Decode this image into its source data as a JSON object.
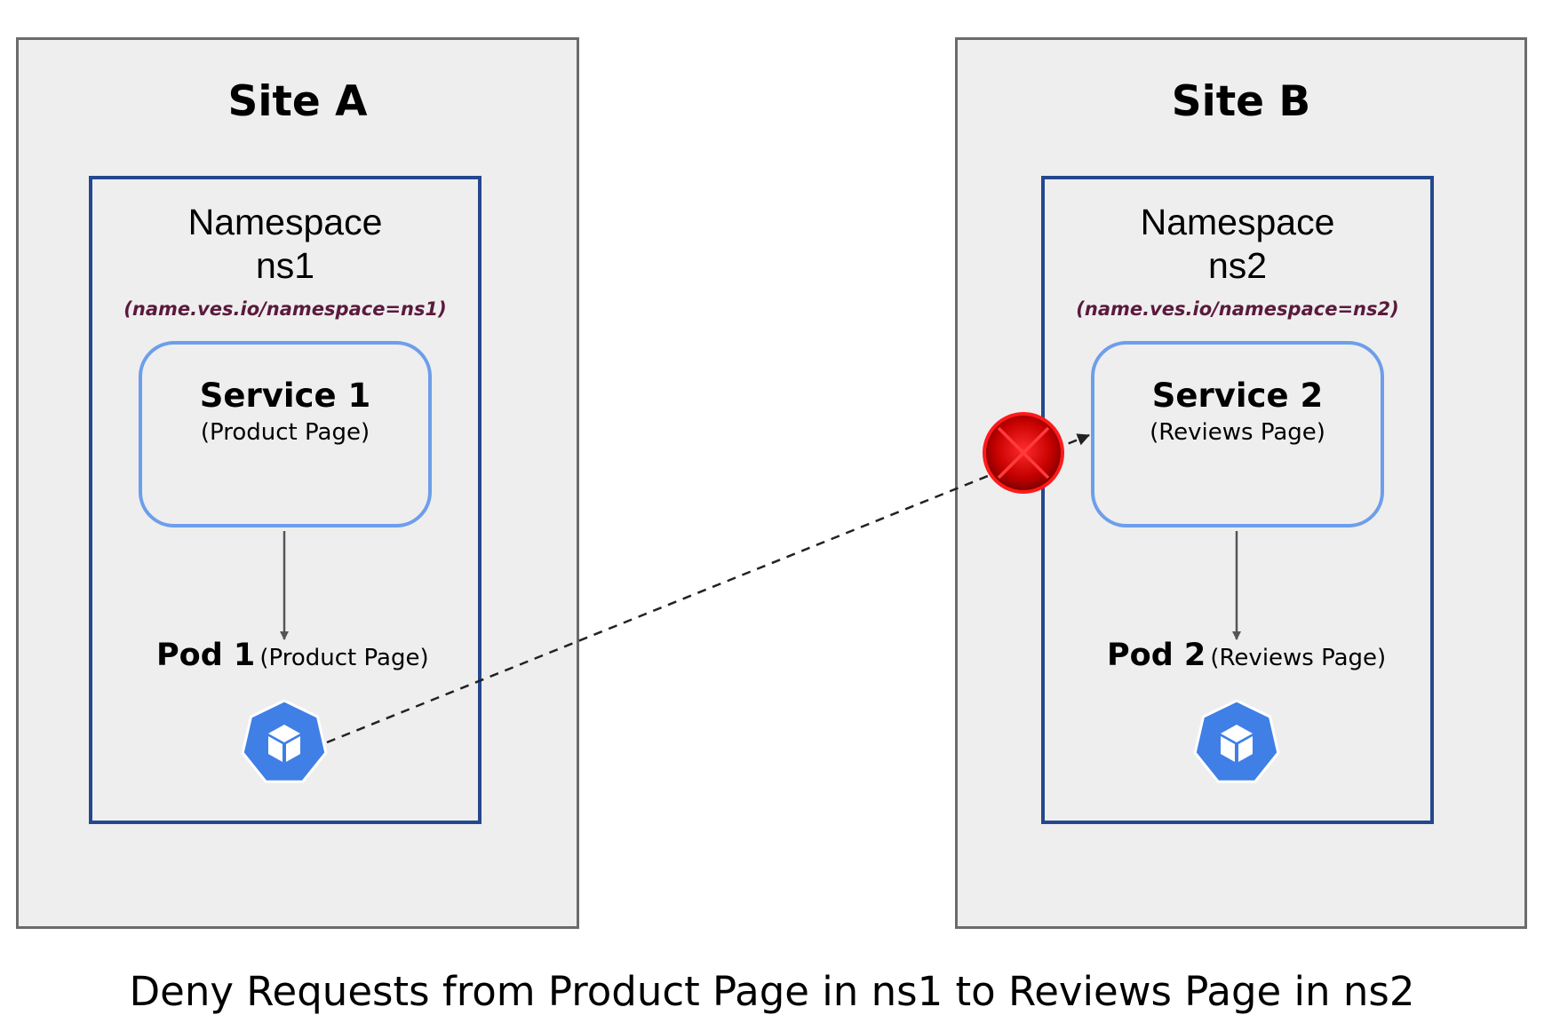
{
  "site_a": {
    "title": "Site A",
    "namespace": {
      "title_line1": "Namespace",
      "title_line2": "ns1",
      "label": "(name.ves.io/namespace=ns1)"
    },
    "service": {
      "title": "Service 1",
      "subtitle": "(Product Page)"
    },
    "pod": {
      "name": "Pod 1",
      "subtitle": "(Product Page)",
      "icon": "kubernetes-pod-icon"
    }
  },
  "site_b": {
    "title": "Site B",
    "namespace": {
      "title_line1": "Namespace",
      "title_line2": "ns2",
      "label": "(name.ves.io/namespace=ns2)"
    },
    "service": {
      "title": "Service 2",
      "subtitle": "(Reviews Page)"
    },
    "pod": {
      "name": "Pod 2",
      "subtitle": "(Reviews Page)",
      "icon": "kubernetes-pod-icon"
    }
  },
  "connection": {
    "status": "denied",
    "icon": "deny-x-icon"
  },
  "caption": "Deny Requests from Product Page in ns1 to Reviews Page in ns2",
  "colors": {
    "site_bg": "#eeeeee",
    "site_border": "#6b6b6b",
    "namespace_border": "#24488f",
    "service_border": "#6d9eeb",
    "label_color": "#5a1a3c",
    "pod_icon": "#3f7fe6",
    "deny_red": "#d50000"
  }
}
